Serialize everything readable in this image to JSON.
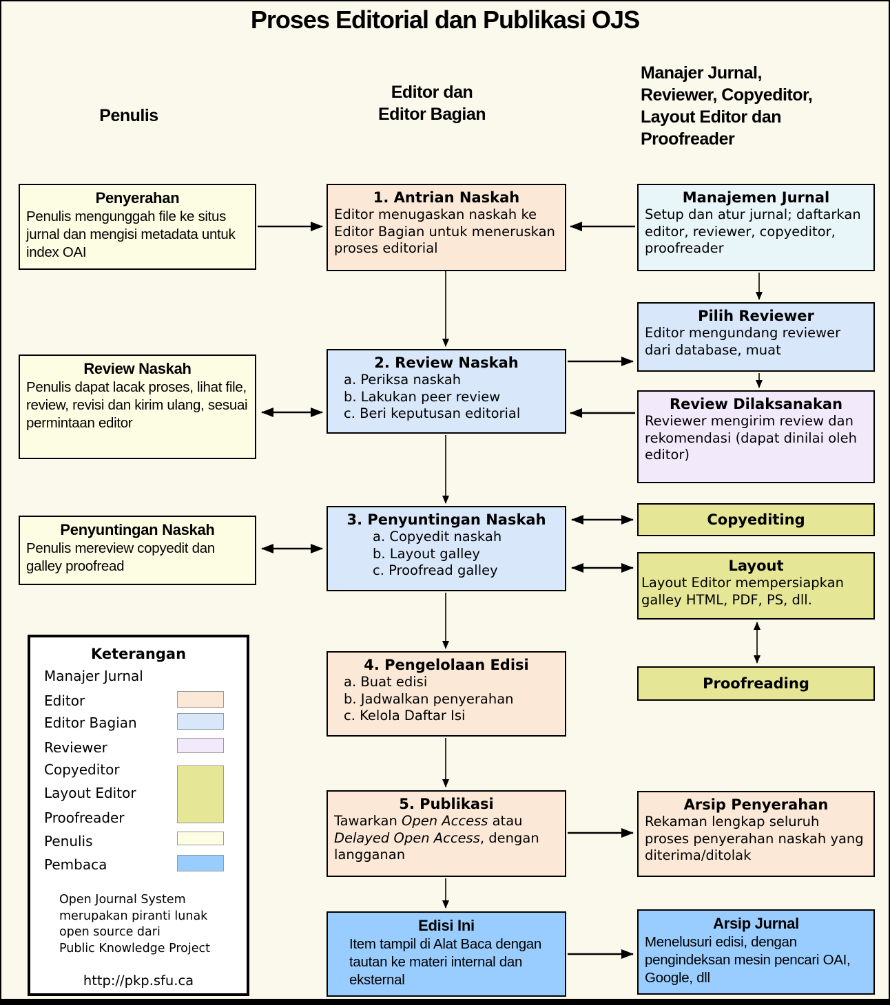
{
  "title": "Proses Editorial dan Publikasi OJS",
  "columns": {
    "penulis": "Penulis",
    "editor_lines": [
      "Editor dan",
      "Editor Bagian"
    ],
    "manajer_lines": [
      "Manajer Jurnal,",
      "Reviewer, Copyeditor,",
      "Layout Editor dan",
      "Proofreader"
    ]
  },
  "boxes": {
    "penyerahan": {
      "title": "Penyerahan",
      "body": "Penulis mengunggah file ke situs jurnal dan mengisi metadata untuk index OAI"
    },
    "antrian": {
      "title": "1. Antrian Naskah",
      "body": "Editor menugaskan naskah ke Editor Bagian untuk meneruskan proses editorial"
    },
    "manajemen": {
      "title": "Manajemen Jurnal",
      "body": "Setup dan atur jurnal; daftarkan editor, reviewer, copyeditor, proofreader"
    },
    "review_penulis": {
      "title": "Review Naskah",
      "body": "Penulis dapat lacak proses, lihat file, review, revisi dan kirim ulang, sesuai permintaan editor"
    },
    "review": {
      "title": "2. Review Naskah",
      "items": [
        "a. Periksa naskah",
        "b. Lakukan peer review",
        "c. Beri keputusan editorial"
      ]
    },
    "pilih_reviewer": {
      "title": "Pilih Reviewer",
      "body": "Editor mengundang reviewer dari database, muat"
    },
    "review_dilaksanakan": {
      "title": "Review Dilaksanakan",
      "body": "Reviewer mengirim review dan rekomendasi (dapat dinilai oleh editor)"
    },
    "penyuntingan_penulis": {
      "title": "Penyuntingan Naskah",
      "body": "Penulis mereview copyedit dan galley proofread"
    },
    "penyuntingan": {
      "title": "3. Penyuntingan Naskah",
      "items": [
        "a. Copyedit naskah",
        "b. Layout galley",
        "c. Proofread galley"
      ]
    },
    "copyediting": {
      "title": "Copyediting"
    },
    "layout": {
      "title": "Layout",
      "body": "Layout Editor mempersiapkan galley HTML, PDF, PS, dll."
    },
    "proofreading": {
      "title": "Proofreading"
    },
    "pengelolaan": {
      "title": "4. Pengelolaan Edisi",
      "items": [
        "a. Buat edisi",
        "b. Jadwalkan penyerahan",
        "c. Kelola Daftar Isi"
      ]
    },
    "publikasi": {
      "title": "5. Publikasi",
      "body_parts": [
        "Tawarkan ",
        "Open Access",
        " atau ",
        "Delayed Open Access",
        ", dengan langganan"
      ]
    },
    "arsip_penyerahan": {
      "title": "Arsip Penyerahan",
      "body": "Rekaman lengkap seluruh proses penyerahan naskah yang diterima/ditolak"
    },
    "edisi_ini": {
      "title": "Edisi Ini",
      "body": "Item tampil di Alat Baca dengan tautan ke materi internal dan eksternal"
    },
    "arsip_jurnal": {
      "title": "Arsip Jurnal",
      "body": "Menelusuri edisi, dengan pengindeksan mesin pencari OAI, Google, dll"
    }
  },
  "legend": {
    "title": "Keterangan",
    "items": [
      "Manajer Jurnal",
      "Editor",
      "Editor Bagian",
      "Reviewer",
      "Copyeditor",
      "Layout Editor",
      "Proofreader",
      "Penulis",
      "Pembaca"
    ],
    "footer_lines": [
      "Open Journal System",
      "merupakan piranti lunak",
      "open source dari",
      "Public Knowledge Project"
    ],
    "url": "http://pkp.sfu.ca"
  },
  "colors": {
    "background": "#FAF9EC",
    "author": "#FDFDE3",
    "editor": "#FBE8D6",
    "section_editor": "#D8E8FA",
    "journal_manager": "#E9F6F9",
    "reviewer": "#F2EAFB",
    "production": "#E6E697",
    "reader": "#99CCFF"
  }
}
